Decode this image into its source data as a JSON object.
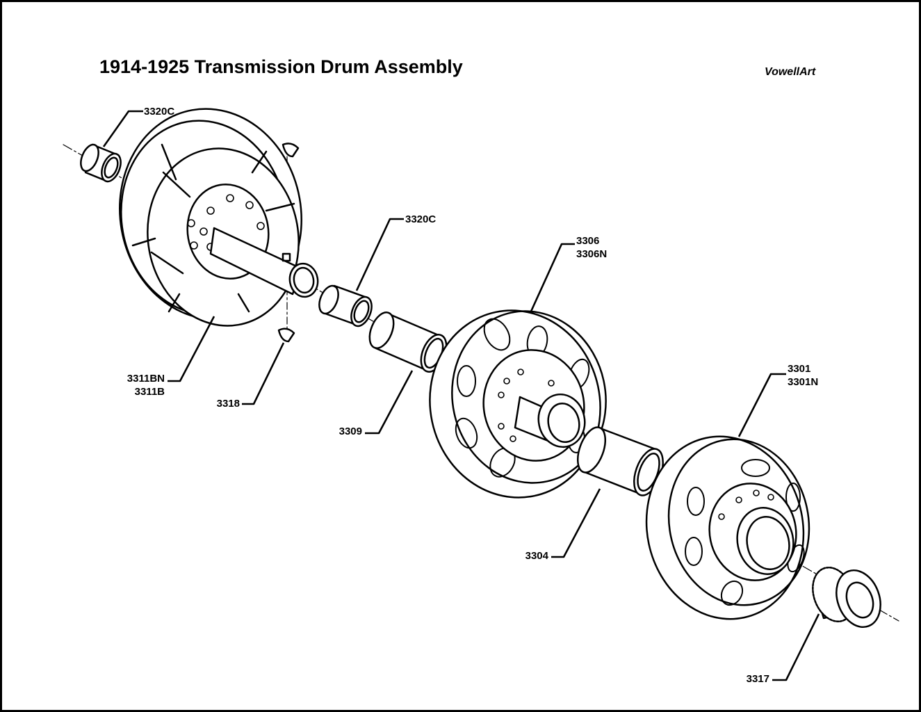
{
  "title": "1914-1925 Transmission Drum Assembly",
  "credit": "VowellArt",
  "callouts": {
    "c3320c_a": "3320C",
    "c3320c_b": "3320C",
    "c3306": [
      "3306",
      "3306N"
    ],
    "c3311": [
      "3311BN",
      "3311B"
    ],
    "c3318": "3318",
    "c3309": "3309",
    "c3301": [
      "3301",
      "3301N"
    ],
    "c3304": "3304",
    "c3317": "3317"
  },
  "colors": {
    "line": "#000000",
    "background": "#ffffff"
  }
}
